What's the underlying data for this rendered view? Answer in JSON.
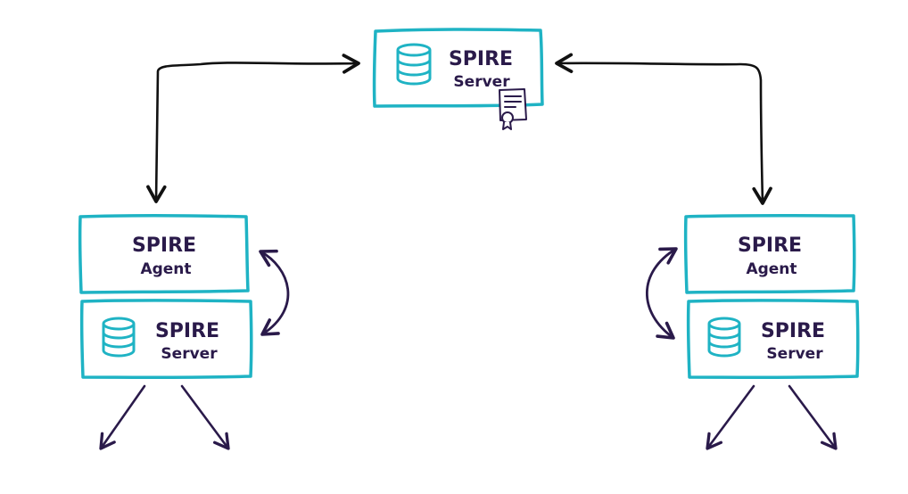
{
  "top_server": {
    "title": "SPIRE",
    "subtitle": "Server",
    "icon": "database-icon",
    "badge_icon": "certificate-icon"
  },
  "left_stack": {
    "agent": {
      "title": "SPIRE",
      "subtitle": "Agent"
    },
    "server": {
      "title": "SPIRE",
      "subtitle": "Server",
      "icon": "database-icon"
    }
  },
  "right_stack": {
    "agent": {
      "title": "SPIRE",
      "subtitle": "Agent"
    },
    "server": {
      "title": "SPIRE",
      "subtitle": "Server",
      "icon": "database-icon"
    }
  },
  "colors": {
    "box_border": "#1fb3c4",
    "text": "#2a1a4a",
    "connector": "#111111"
  }
}
